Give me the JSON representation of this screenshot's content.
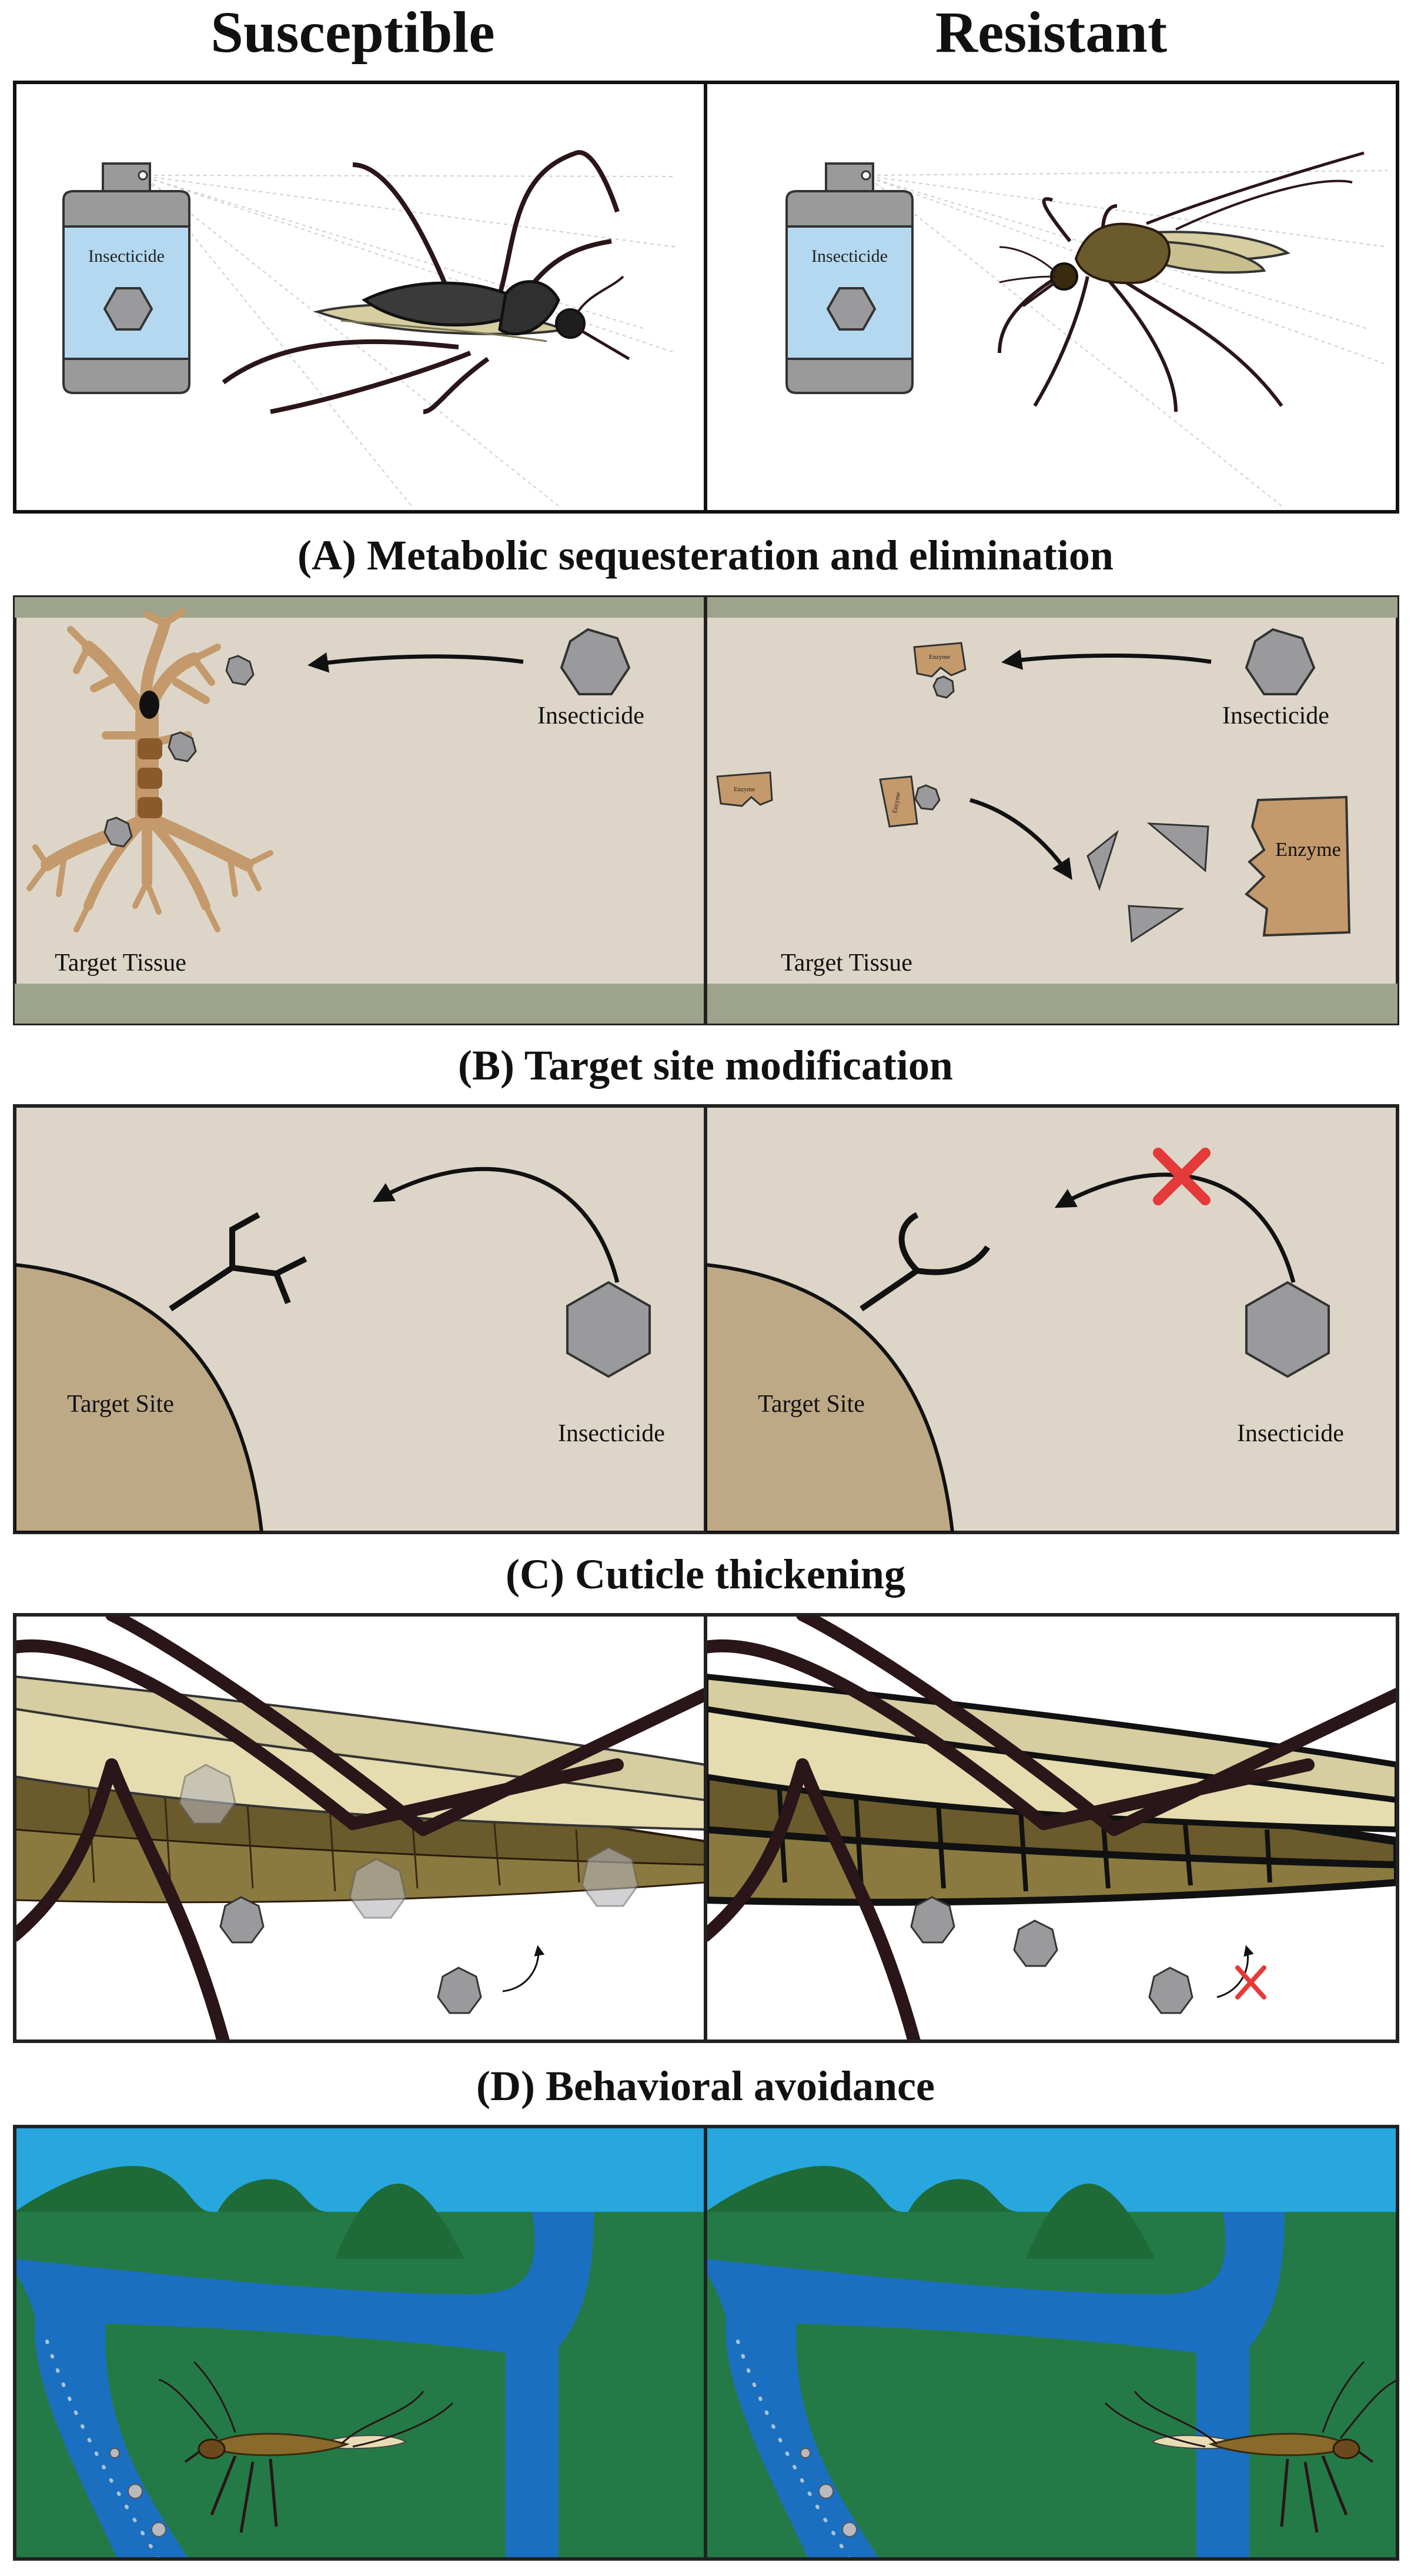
{
  "columns": {
    "left": "Susceptible",
    "right": "Resistant"
  },
  "panels": [
    {
      "id": "spray",
      "title": ""
    },
    {
      "id": "A",
      "title": "(A) Metabolic sequesteration and elimination"
    },
    {
      "id": "B",
      "title": "(B) Target site modification"
    },
    {
      "id": "C",
      "title": "(C) Cuticle thickening"
    },
    {
      "id": "D",
      "title": "(D) Behavioral avoidance"
    }
  ],
  "labels": {
    "can": "Insecticide",
    "insecticide": "Insecticide",
    "target_tissue": "Target Tissue",
    "target_site": "Target Site",
    "enzyme": "Enzyme",
    "enzyme_small": "Enzyme"
  },
  "colors": {
    "tissue_bg": "#ddd6c8",
    "tissue_band": "#9ea38b",
    "neuron": "#c49a6c",
    "target_site": "#bea986",
    "insecticide": "#9a9a9c",
    "can_label": "#b4d8f0",
    "can_body": "#9a9a9a",
    "block_x": "#e53a3a",
    "sky": "#28a7df",
    "ground": "#237a47",
    "hills": "#1f6b38",
    "river": "#1b6fc0",
    "wing": "#d6cda0",
    "abdomen": "#6a5a2c",
    "leg": "#2a1519"
  },
  "icons": [
    "spray-can-icon",
    "hexagon-icon",
    "mosquito-icon",
    "neuron-icon",
    "receptor-icon",
    "block-x-icon",
    "arrow-icon"
  ]
}
